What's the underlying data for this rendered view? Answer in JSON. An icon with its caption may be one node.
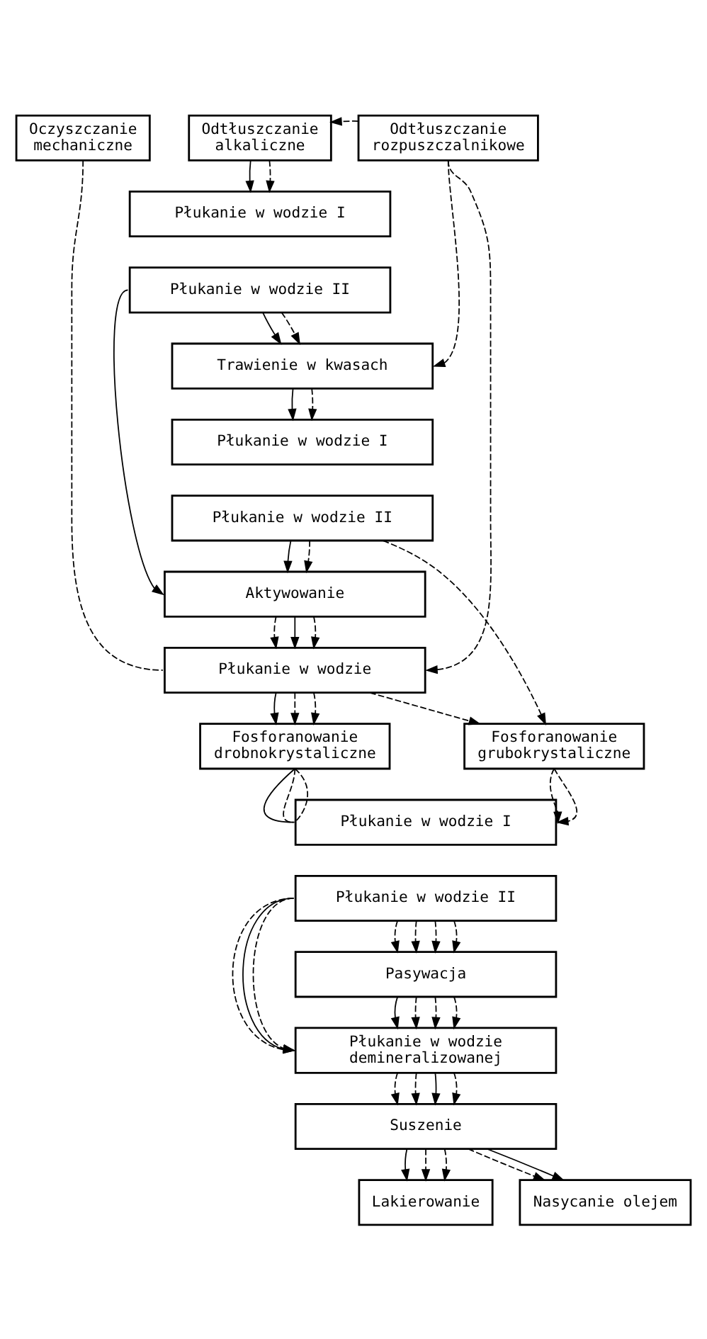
{
  "diagram": {
    "nodes": [
      {
        "text": [
          "Oczyszczanie mechaniczne"
        ]
      },
      {
        "text": [
          "Odtłuszczanie alkaliczne"
        ]
      },
      {
        "text": [
          "Odtłuszczanie rozpuszczalnikowe"
        ]
      },
      {
        "text": [
          "Płukanie w wodzie I"
        ]
      },
      {
        "text": [
          "Płukanie w wodzie II"
        ]
      },
      {
        "text": [
          "Trawienie w kwasach"
        ]
      },
      {
        "text": [
          "Płukanie w wodzie I"
        ]
      },
      {
        "text": [
          "Płukanie w wodzie II"
        ]
      },
      {
        "text": [
          "Aktywowanie"
        ]
      },
      {
        "text": [
          "Płukanie w wodzie"
        ]
      },
      {
        "text": [
          "Fosforanowanie drobnokrystaliczne"
        ]
      },
      {
        "text": [
          "Fosforanowanie grubokrystaliczne"
        ]
      },
      {
        "text": [
          "Płukanie w wodzie I"
        ]
      },
      {
        "text": [
          "Płukanie w wodzie II"
        ]
      },
      {
        "text": [
          "Pasywacja"
        ]
      },
      {
        "text": [
          "Płukanie w wodzie demineralizowanej"
        ]
      },
      {
        "text": [
          "Suszenie"
        ]
      },
      {
        "text": [
          "Lakierowanie"
        ]
      },
      {
        "text": [
          "Nasycanie olejem"
        ]
      }
    ],
    "edges": [
      {
        "from": 2,
        "to": 1,
        "arrow": "to",
        "style": "dashed"
      },
      {
        "from": 1,
        "to": 3,
        "arrow": "to"
      },
      {
        "from": 1,
        "to": 3,
        "arrow": "to",
        "style": "dashed"
      },
      {
        "from": 4,
        "to": 8,
        "arrow": "to"
      },
      {
        "from": 4,
        "to": 5,
        "arrow": "to"
      },
      {
        "from": 4,
        "to": 5,
        "arrow": "to",
        "style": "dashed"
      },
      {
        "from": 2,
        "to": 5,
        "arrow": "to",
        "style": "dashed"
      },
      {
        "from": 5,
        "to": 6,
        "arrow": "to"
      },
      {
        "from": 5,
        "to": 6,
        "arrow": "to",
        "style": "dashed"
      },
      {
        "from": 7,
        "to": 11,
        "arrow": "to",
        "style": "dashed"
      },
      {
        "from": 2,
        "to": 9,
        "arrow": "to",
        "style": "dashed"
      },
      {
        "from": 0,
        "to": 9,
        "arrow": "none",
        "style": "dashed"
      },
      {
        "from": 7,
        "to": 8,
        "arrow": "to"
      },
      {
        "from": 7,
        "to": 8,
        "arrow": "to",
        "style": "dashed"
      },
      {
        "from": 8,
        "to": 9,
        "arrow": "to",
        "style": "dashed"
      },
      {
        "from": 8,
        "to": 9,
        "arrow": "to"
      },
      {
        "from": 8,
        "to": 9,
        "arrow": "to",
        "style": "dashed"
      },
      {
        "from": 9,
        "to": 10,
        "arrow": "to"
      },
      {
        "from": 9,
        "to": 10,
        "arrow": "to",
        "style": "dashed"
      },
      {
        "from": 9,
        "to": 10,
        "arrow": "to",
        "style": "dashed"
      },
      {
        "from": 9,
        "to": 11,
        "arrow": "to",
        "style": "dashed"
      },
      {
        "from": 10,
        "to": 12,
        "arrow": "none"
      },
      {
        "from": 10,
        "to": 12,
        "arrow": "none",
        "style": "dashed"
      },
      {
        "from": 10,
        "to": 12,
        "arrow": "none",
        "style": "dashed"
      },
      {
        "from": 11,
        "to": 12,
        "arrow": "to",
        "style": "dashed"
      },
      {
        "from": 11,
        "to": 12,
        "arrow": "to",
        "style": "dashed"
      },
      {
        "from": 13,
        "to": 15,
        "arrow": "to"
      },
      {
        "from": 13,
        "to": 15,
        "arrow": "to",
        "style": "dashed"
      },
      {
        "from": 13,
        "to": 15,
        "arrow": "to",
        "style": "dashed"
      },
      {
        "from": 13,
        "to": 14,
        "arrow": "to",
        "style": "dashed"
      },
      {
        "from": 13,
        "to": 14,
        "arrow": "to",
        "style": "dashed"
      },
      {
        "from": 13,
        "to": 14,
        "arrow": "to",
        "style": "dashed"
      },
      {
        "from": 13,
        "to": 14,
        "arrow": "to",
        "style": "dashed"
      },
      {
        "from": 14,
        "to": 15,
        "arrow": "to"
      },
      {
        "from": 14,
        "to": 15,
        "arrow": "to",
        "style": "dashed"
      },
      {
        "from": 14,
        "to": 15,
        "arrow": "to",
        "style": "dashed"
      },
      {
        "from": 14,
        "to": 15,
        "arrow": "to",
        "style": "dashed"
      },
      {
        "from": 15,
        "to": 16,
        "arrow": "to",
        "style": "dashed"
      },
      {
        "from": 15,
        "to": 16,
        "arrow": "to",
        "style": "dashed"
      },
      {
        "from": 15,
        "to": 16,
        "arrow": "to"
      },
      {
        "from": 15,
        "to": 16,
        "arrow": "to",
        "style": "dashed"
      },
      {
        "from": 16,
        "to": 17,
        "arrow": "to"
      },
      {
        "from": 16,
        "to": 17,
        "arrow": "to",
        "style": "dashed"
      },
      {
        "from": 16,
        "to": 17,
        "arrow": "to",
        "style": "dashed"
      },
      {
        "from": 16,
        "to": 18,
        "arrow": "to",
        "style": "dashed"
      },
      {
        "from": 16,
        "to": 18,
        "arrow": "to"
      }
    ]
  }
}
